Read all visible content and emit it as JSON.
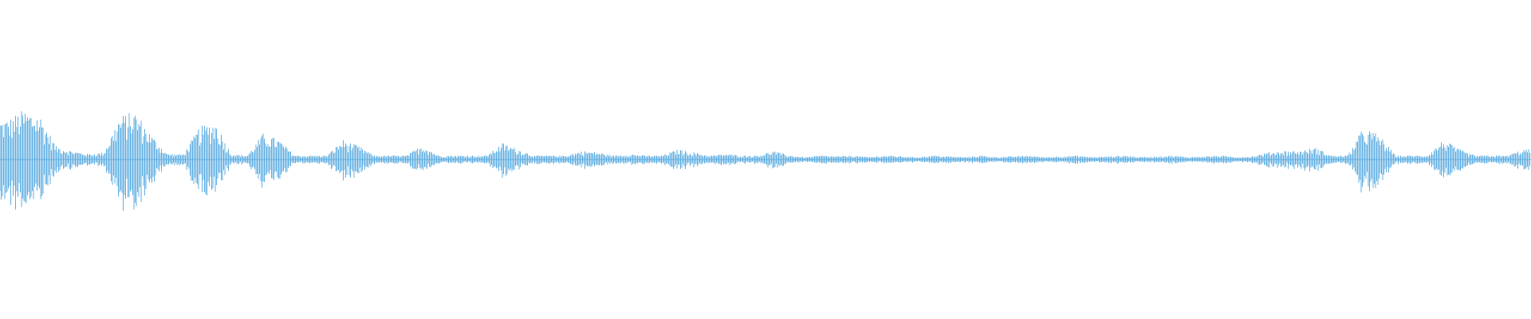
{
  "waveform": {
    "color": "#5dade2",
    "background": "#ffffff",
    "amplitude_envelope": [
      0.25,
      0.31,
      0.28,
      0.08,
      0.05,
      0.03,
      0.04,
      0.27,
      0.3,
      0.15,
      0.03,
      0.03,
      0.2,
      0.24,
      0.03,
      0.02,
      0.16,
      0.12,
      0.02,
      0.02,
      0.02,
      0.12,
      0.08,
      0.02,
      0.02,
      0.02,
      0.09,
      0.02,
      0.02,
      0.02,
      0.02,
      0.1,
      0.06,
      0.02,
      0.02,
      0.02,
      0.05,
      0.04,
      0.02,
      0.03,
      0.02,
      0.02,
      0.06,
      0.04,
      0.02,
      0.03,
      0.02,
      0.02,
      0.05,
      0.02,
      0.01,
      0.02,
      0.015,
      0.02,
      0.01,
      0.02,
      0.015,
      0.01,
      0.02,
      0.015,
      0.01,
      0.02,
      0.01,
      0.015,
      0.02,
      0.01,
      0.015,
      0.02,
      0.01,
      0.015,
      0.02,
      0.01,
      0.015,
      0.02,
      0.01,
      0.015,
      0.02,
      0.01,
      0.015,
      0.04,
      0.05,
      0.05,
      0.07,
      0.02,
      0.02,
      0.2,
      0.15,
      0.02,
      0.02,
      0.02,
      0.12,
      0.06,
      0.02,
      0.02,
      0.02,
      0.06
    ]
  }
}
